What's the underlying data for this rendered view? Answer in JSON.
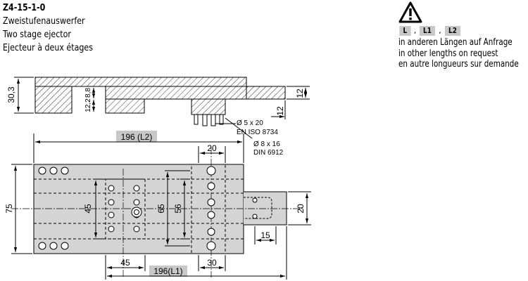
{
  "header": {
    "code": "Z4-15-1-0",
    "title_de": "Zweistufenauswerfer",
    "title_en": "Two stage ejector",
    "title_fr": "Ejecteur à deux étages"
  },
  "note": {
    "icon": "warning-triangle-icon",
    "tag_l": "L",
    "tag_l1": "L1",
    "tag_l2": "L2",
    "separator": ",",
    "line_de": "in anderen Längen auf Anfrage",
    "line_en": "in other lengths on request",
    "line_fr": "en autre longueurs sur demande"
  },
  "side_view": {
    "dim_height": "30,3",
    "dim_upper": "8,8",
    "dim_lower": "12,2",
    "dim_right_height": "12",
    "dim_step": "12",
    "pin_label_1": "Ø 5 x 20",
    "pin_standard_1": "EN ISO 8734",
    "pin_label_2": "Ø 8 x 16",
    "pin_standard_2": "DIN 6912"
  },
  "top_view": {
    "dim_length_l2": "196 (L2)",
    "dim_20_top": "20",
    "dim_75": "75",
    "dim_45_vertical": "45",
    "dim_65": "65",
    "dim_56": "56",
    "dim_20_right": "20",
    "dim_15": "15",
    "dim_45_bottom": "45",
    "dim_length_l1": "196(L1)",
    "dim_30": "30"
  },
  "colors": {
    "shade": "#c8c8c8",
    "line": "#000000"
  }
}
